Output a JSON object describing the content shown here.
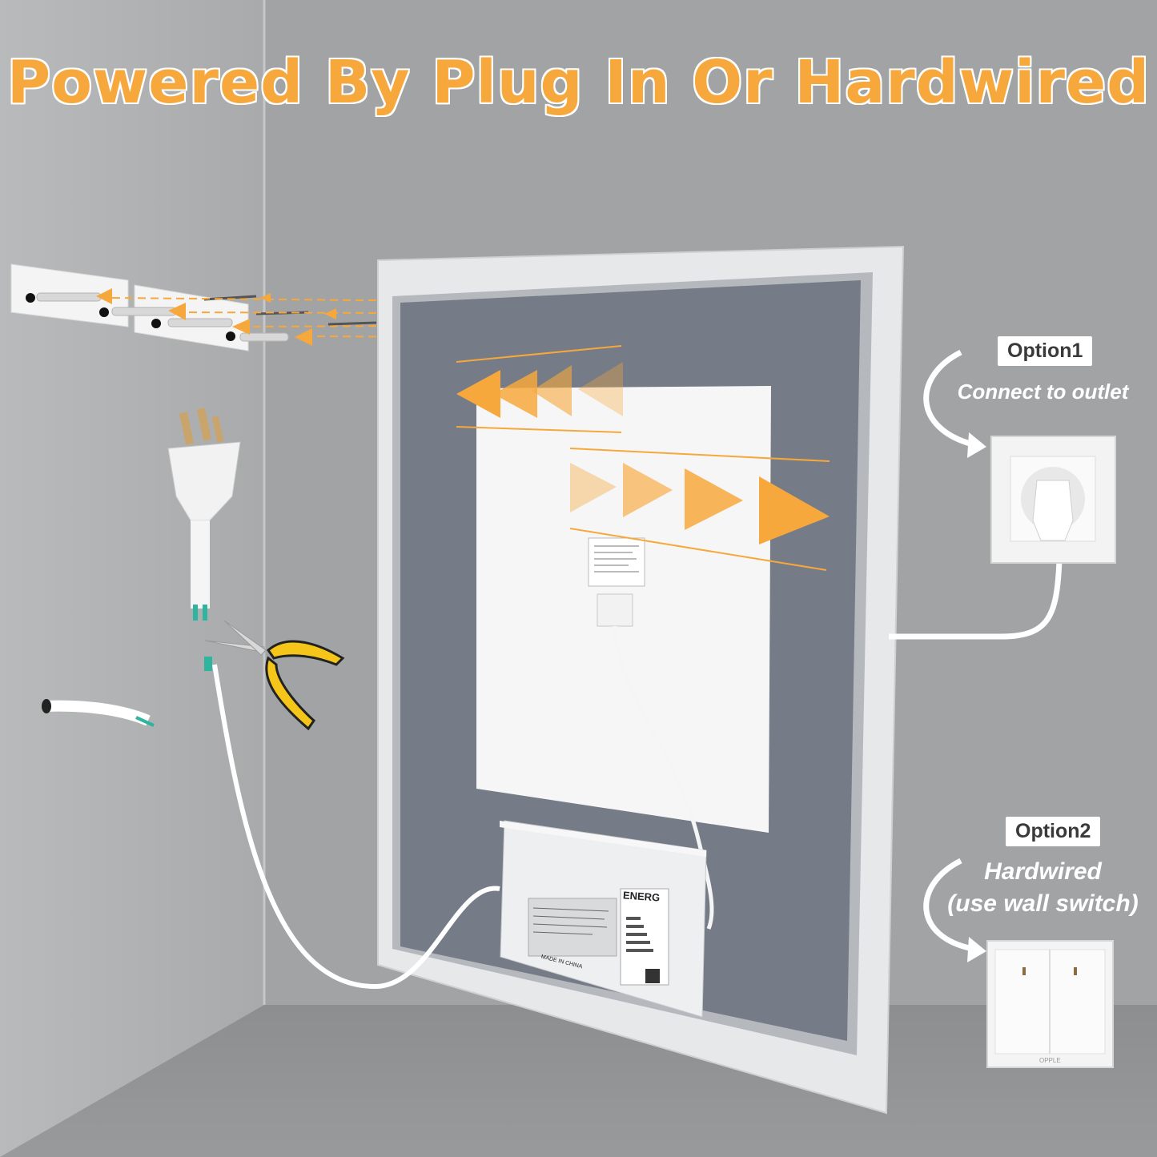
{
  "headline": "Powered By Plug In Or Hardwired",
  "options": [
    {
      "badge": "Option1",
      "description": "Connect to outlet"
    },
    {
      "badge": "Option2",
      "description_line1": "Hardwired",
      "description_line2": "(use wall switch)"
    }
  ],
  "driver_box": {
    "brand": "ENERG",
    "made_in": "MADE IN CHINA"
  },
  "switch_brand": "OPPLE",
  "colors": {
    "accent_orange": "#f7a83c",
    "wall": "#9fa0a2",
    "mirror_back": "#757c87"
  }
}
